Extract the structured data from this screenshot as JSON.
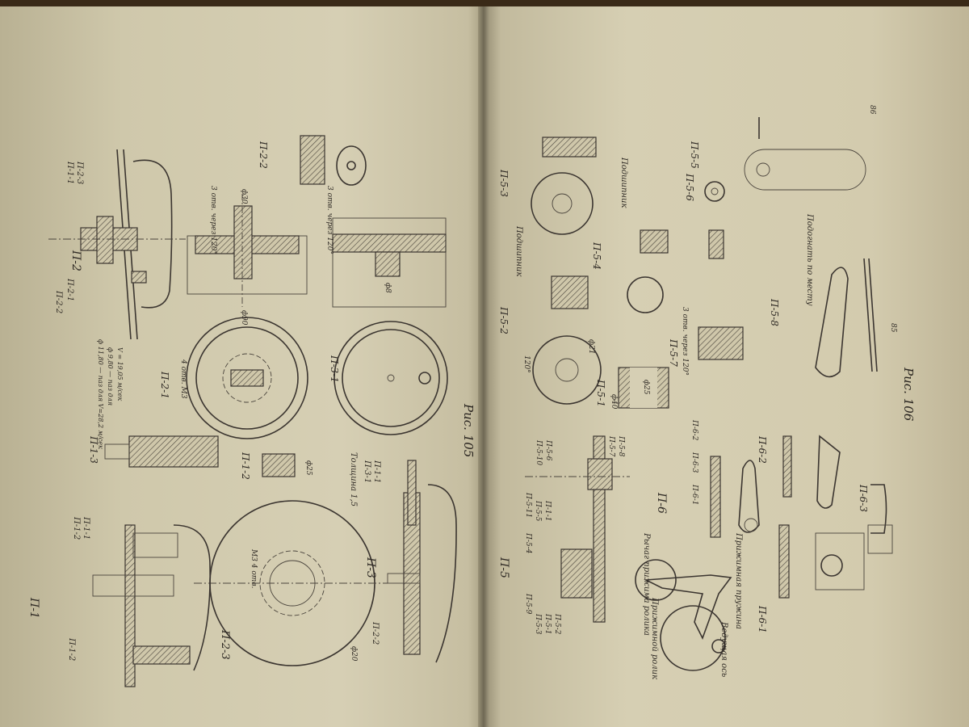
{
  "book": {
    "left_caption": "Рис. 105",
    "right_caption": "Рис. 106"
  },
  "left_labels": {
    "p2": "П-2",
    "p2_2": "П-2-2",
    "p2_1": "П-2-1",
    "p1_1": "П-1-1",
    "p2_3": "П-2-3",
    "p2_2b": "П-2-2",
    "p2_1b": "П-2-1",
    "p1_3": "П-1-3",
    "p1_2": "П-1-2",
    "p1": "П-1",
    "p1_2b": "П-1-2",
    "p1_1b": "П-1-1",
    "p1_2c": "П-1-2",
    "p3": "П-3",
    "p3_1": "П-3-1",
    "p3_1b": "П-3-1",
    "p1_1c": "П-1-1",
    "p2_2c": "П-2-2",
    "p2_3b": "П-2-3",
    "holes3": "3 отв. через 120°",
    "holes3b": "3 отв. через 120°",
    "holes4": "4 отв. М3",
    "thick": "Толщина 1,5",
    "m3holes": "М3 4 отв.",
    "speed_a": "ф 11,80 — паз для V=28,2 м/сек",
    "speed_b": "ф 9,80 —  паз для",
    "speed_c": "V = 19,05 м/сек",
    "d90": "ф90",
    "d30": "ф30",
    "d8": "ф8",
    "d20": "ф20",
    "d25": "ф25"
  },
  "right_labels": {
    "p5_3": "П-5-3",
    "p5_2": "П-5-2",
    "p5_4": "П-5-4",
    "p5_1": "П-5-1",
    "p5_5": "П-5-5",
    "p5_6": "П-5-6",
    "p5_7": "П-5-7",
    "p5_8": "П-5-8",
    "p5": "П-5",
    "p6": "П-6",
    "p6_1": "П-6-1",
    "p6_2": "П-6-2",
    "p6_3": "П-6-3",
    "p5_10": "П-5-10",
    "p5_6b": "П-5-6",
    "p5_7b": "П-5-7",
    "p5_8b": "П-5-8",
    "p5_11": "П-5-11",
    "p5_5b": "П-5-5",
    "p1_1": "П-1-1",
    "p5_4b": "П-5-4",
    "p5_9": "П-5-9",
    "p5_3b": "П-5-3",
    "p5_1b": "П-5-1",
    "p5_2b": "П-5-2",
    "p6_2b": "П-6-2",
    "p6_3b": "П-6-3",
    "p6_1b": "П-6-1",
    "bearing1": "Подшипник",
    "bearing2": "Подшипник",
    "lever": "Рычаг прижима ролика",
    "roller": "Прижимной ролик",
    "spring": "Прижимная пружина",
    "shaft": "Ведущая ось",
    "magnet": "Подогнать по месту",
    "holes": "3 отв. через 120°",
    "d40": "ф40",
    "d25": "ф25",
    "d21": "ф21",
    "d120": "120°",
    "d86": "86",
    "d85": "85"
  }
}
